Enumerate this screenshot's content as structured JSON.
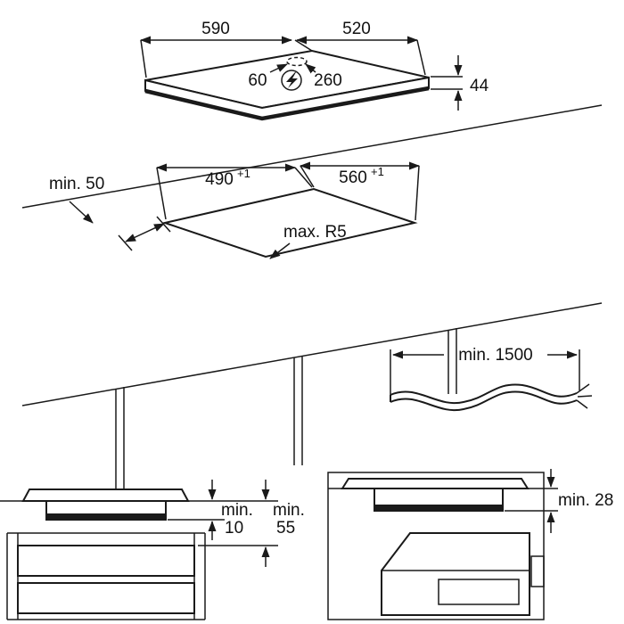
{
  "hob": {
    "width_mm": "590",
    "depth_mm": "520",
    "height_mm": "44",
    "cable_outlet_offset_left": "60",
    "cable_outlet_offset_right": "260"
  },
  "cutout": {
    "width_mm": "490",
    "width_tolerance": "+1",
    "depth_mm": "560",
    "depth_tolerance": "+1",
    "rear_clearance": "min. 50",
    "corner_radius": "max. R5"
  },
  "power_cable": {
    "length": "min. 1500"
  },
  "drawer_installation": {
    "gap_min_label": "min.",
    "gap_min_value": "10",
    "depth_min_label": "min.",
    "depth_min_value": "55"
  },
  "oven_installation": {
    "clearance": "min. 28"
  },
  "icons": {
    "power_connection": "lightning-icon"
  },
  "colors": {
    "line": "#1a1a1a",
    "background": "#ffffff"
  }
}
